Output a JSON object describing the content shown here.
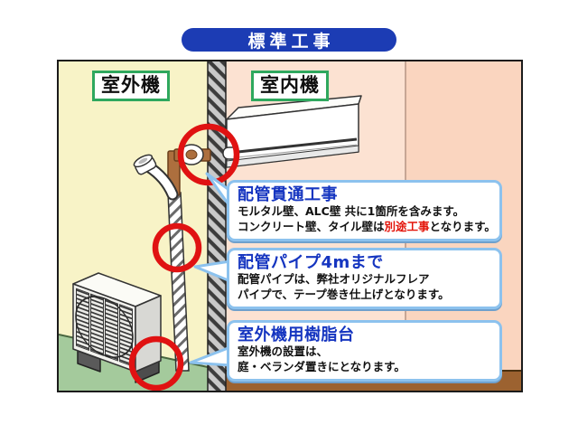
{
  "header": {
    "title": "標準工事"
  },
  "diagram": {
    "outdoor_label": "室外機",
    "indoor_label": "室内機",
    "callouts": {
      "piping_penetration": {
        "title": "配管貫通工事",
        "line1": "モルタル壁、ALC壁 共に1箇所を含みます。",
        "line2_prefix": "コンクリート壁、タイル壁は",
        "line2_highlight": "別途工事",
        "line2_suffix": "となります。"
      },
      "piping_pipe": {
        "title": "配管パイプ4mまで",
        "line1": "配管パイプは、弊社オリジナルフレア",
        "line2": "パイプで、テープ巻き仕上げとなります。"
      },
      "resin_stand": {
        "title": "室外機用樹脂台",
        "line1": "室外機の設置は、",
        "line2": "庭・ベランダ置きにとなります。"
      }
    },
    "colors": {
      "header_blue": "#1c3cb4",
      "callout_title_blue": "#1535c0",
      "highlight_red": "#e01212",
      "callout_border_blue": "#8cc2ee",
      "label_border_green": "#2fa85e",
      "outdoor_wall_cream": "#f8f3c7",
      "indoor_wall_pink": "#fbdcc8",
      "ground_green": "#a4ca9c",
      "floor_brown": "#9c6230"
    }
  }
}
